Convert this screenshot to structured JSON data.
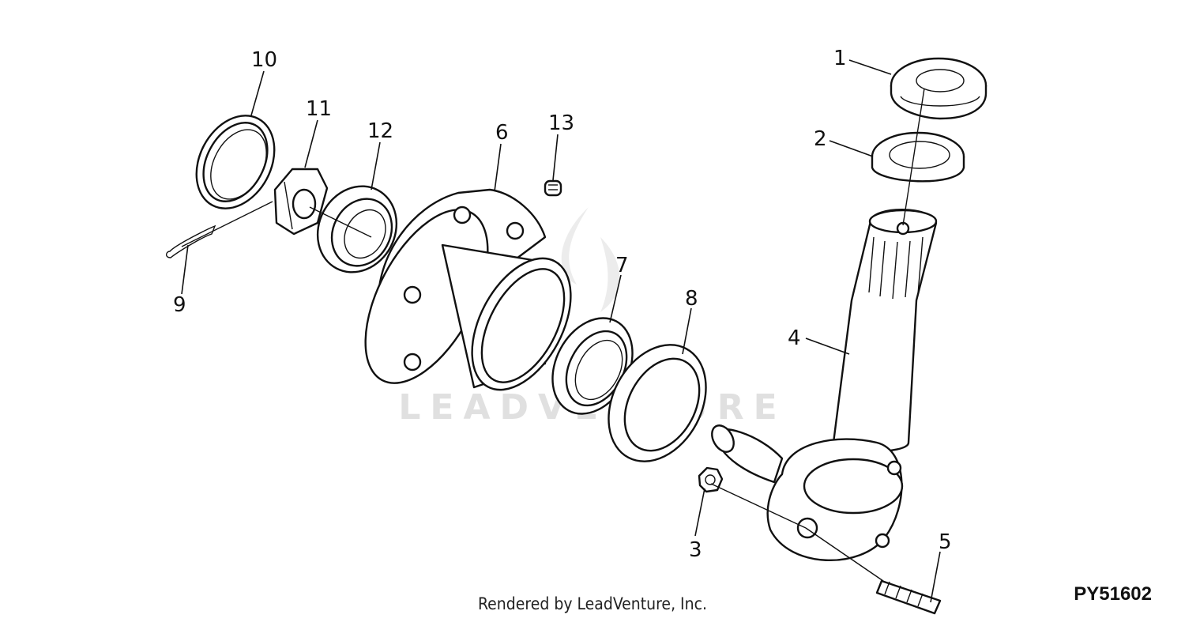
{
  "diagram": {
    "watermark_text": "LEADVENTURE",
    "reference_code": "PY51602",
    "footer_text": "Rendered by LeadVenture, Inc.",
    "callouts": [
      "1",
      "2",
      "3",
      "4",
      "5",
      "6",
      "7",
      "8",
      "9",
      "10",
      "11",
      "12",
      "13"
    ]
  }
}
